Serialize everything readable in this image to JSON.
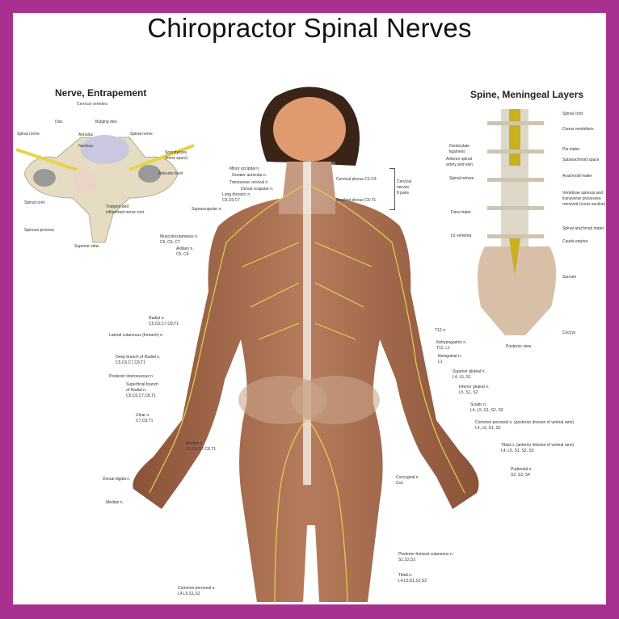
{
  "title": "Chiropractor Spinal Nerves",
  "left_panel": {
    "title": "Nerve, Entrapement",
    "subtitle": "Cervical vertebra",
    "labels": {
      "disc": "Disc",
      "bulging": "Bulging disc",
      "annulus": "Annulus",
      "nucleus": "Nucleus",
      "spinal_nerve_l": "Spinal nerve",
      "spinal_nerve_r": "Spinal nerve",
      "spondylosis": "Spondylosis",
      "spondylosis2": "(bone spurs)",
      "facet": "Articular facet",
      "cord": "Spinal cord",
      "trapped": "Trapped and",
      "trapped2": "inflammed nerve root",
      "spinous": "Spinous process",
      "view": "Superior view"
    }
  },
  "right_panel": {
    "title": "Spine, Meningeal Layers",
    "labels": {
      "cord": "Spinal cord",
      "conus": "Conus medullaris",
      "pia": "Pia mater",
      "subarach": "Subarachnoid space",
      "arach": "Arachnoid mater",
      "vert": "Vertebrae spinous and",
      "vert2": "transverse processes",
      "vert3": "removed (cross section)",
      "sp_arach": "Spinal arachnoid mater",
      "cauda": "Cauda equina",
      "sacrum": "Sacrum",
      "coccyx": "Coccyx",
      "dent": "Denticulate",
      "dent2": "ligament",
      "ant": "Anterior spinal",
      "ant2": "artery and vein",
      "nerves": "Spinal nerves",
      "dura": "Dura mater",
      "l5": "L5 vertebra",
      "view": "Posterior view"
    }
  },
  "body_labels": {
    "minor_occ": "Minor occipital n.",
    "greater_aur": "Greater auricular n.",
    "trans_cerv": "Transverse cervical n.",
    "dorsal_scap": "Dorsal scapular n.",
    "long_thor": "Long thoracic n.",
    "long_thor_r": "C5,C6,C7",
    "suprascap": "Suprascapular n.",
    "musculo": "Musculocutaneous n.",
    "musculo_r": "C5, C6, C7",
    "axillary": "Axillary n.",
    "axillary_r": "C5, C6",
    "radial": "Radial n.",
    "radial_r": "C5,C6,C7,C8,T1",
    "lat_cut": "Lateral cutaneous (forearm) n.",
    "deep_rad": "Deep branch of Radial n.",
    "deep_rad_r": "C5,C6,C7,C8,T1",
    "post_inter": "Posterior interosseous n.",
    "sup_rad": "Superficial branch",
    "sup_rad2": "of Radial n.",
    "sup_rad_r": "C5,C6,C7,C8,T1",
    "ulnar": "Ulnar n.",
    "ulnar_r": "C7,C8,T1",
    "median": "Median n.",
    "median_r": "C5,C6,C7,C8,T1",
    "dorsal_dig": "Dorsal digital n.",
    "median2": "Median n.",
    "com_per_leg": "Common peroneal n.",
    "com_per_leg_r": "L4,L5,S1,S2",
    "cerv_plex": "Cervical plexus C1-C4",
    "brach_plex": "Brachial plexus C5-T1",
    "cerv_nerves": "Cervical",
    "cerv_nerves2": "nerves",
    "cerv_nerves3": "8 pairs",
    "t12": "T12 n.",
    "iliohypo": "Iliohypogastric n.",
    "iliohypo_r": "T12, L1",
    "ilioing": "Ilioinguinal n.",
    "ilioing_r": "L1",
    "sup_glut": "Superior gluteal n.",
    "sup_glut_r": "L4, L5, S1",
    "inf_glut": "Inferior gluteal n.",
    "inf_glut_r": "L5, S1, S2",
    "sciatic": "Sciatic n.",
    "sciatic_r": "L4, L5, S1, S2, S3",
    "com_per": "Common peroneal n. (posterior division of ventral rami)",
    "com_per_r": "L4, L5, S1, S2",
    "tibial": "Tibial n. (anterior division of ventral rami)",
    "tibial_r": "L4, L5, S1, S2, S3",
    "pudendal": "Pudendal n.",
    "pudendal_r": "S2, S3, S4",
    "coccygeal": "Coccygeal n.",
    "coccygeal_r": "Co1",
    "post_fem": "Posterior femoral cutaneous n.",
    "post_fem_r": "S1,S2,S3",
    "tibial2": "Tibial n.",
    "tibial2_r": "L4,L5,S1,S2,S3"
  },
  "colors": {
    "frame": "#a8318f",
    "skin": "#a86f52",
    "nerve": "#e8d24a"
  }
}
